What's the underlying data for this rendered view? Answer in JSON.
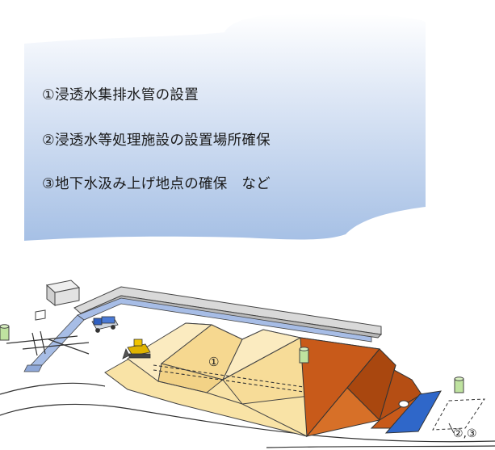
{
  "callout": {
    "items": [
      "①浸透水集排水管の設置",
      "②浸透水等処理施設の設置場所確保",
      "③地下水汲み上げ地点の確保　など"
    ]
  },
  "diagram": {
    "marker_1": "①",
    "marker_23": "②,③"
  },
  "colors": {
    "callout_top": "#ffffff",
    "callout_bottom": "#a9c2e6",
    "waste_fill": "#f9e3a6",
    "slope_brown": "#c85a1a",
    "water_blue": "#2f67c9",
    "channel_blue": "#a7bde6",
    "well_green": "#bfe3a0",
    "wall_gray": "#d9d9d9"
  }
}
